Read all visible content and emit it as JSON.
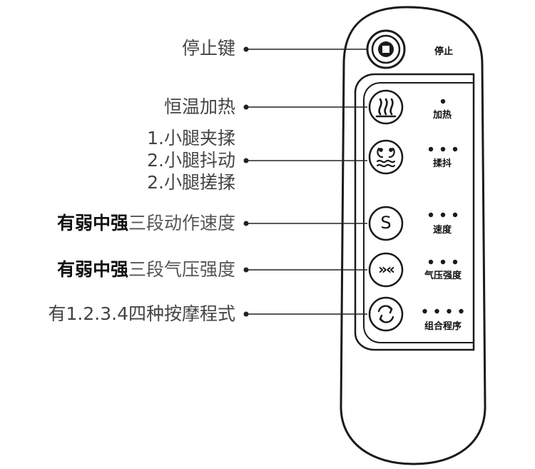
{
  "callouts": {
    "stop": "停止键",
    "heat": "恒温加热",
    "knead_lines": [
      "1.小腿夹揉",
      "2.小腿抖动",
      "2.小腿搓揉"
    ],
    "speed_strong": "有弱中强",
    "speed_rest": "三段动作速度",
    "pressure_strong": "有弱中强",
    "pressure_rest": "三段气压强度",
    "program": "有1.2.3.4四种按摩程式"
  },
  "remote": {
    "stop_label": "停止",
    "heat_label": "加热",
    "knead_label": "揉抖",
    "speed_label": "速度",
    "pressure_label": "气压强度",
    "program_label": "组合程序",
    "speed_button_glyph": "S",
    "pressure_button_glyph": "»«",
    "indicators": {
      "heat": 1,
      "knead": 3,
      "speed": 3,
      "pressure": 3,
      "program": 4
    },
    "icons": {
      "stop": "stop-icon",
      "heat": "heat-waves-icon",
      "knead": "leg-massage-icon",
      "program": "cycle-arrows-icon"
    }
  },
  "colors": {
    "outline": "#1a1a1a",
    "text": "#444444"
  }
}
